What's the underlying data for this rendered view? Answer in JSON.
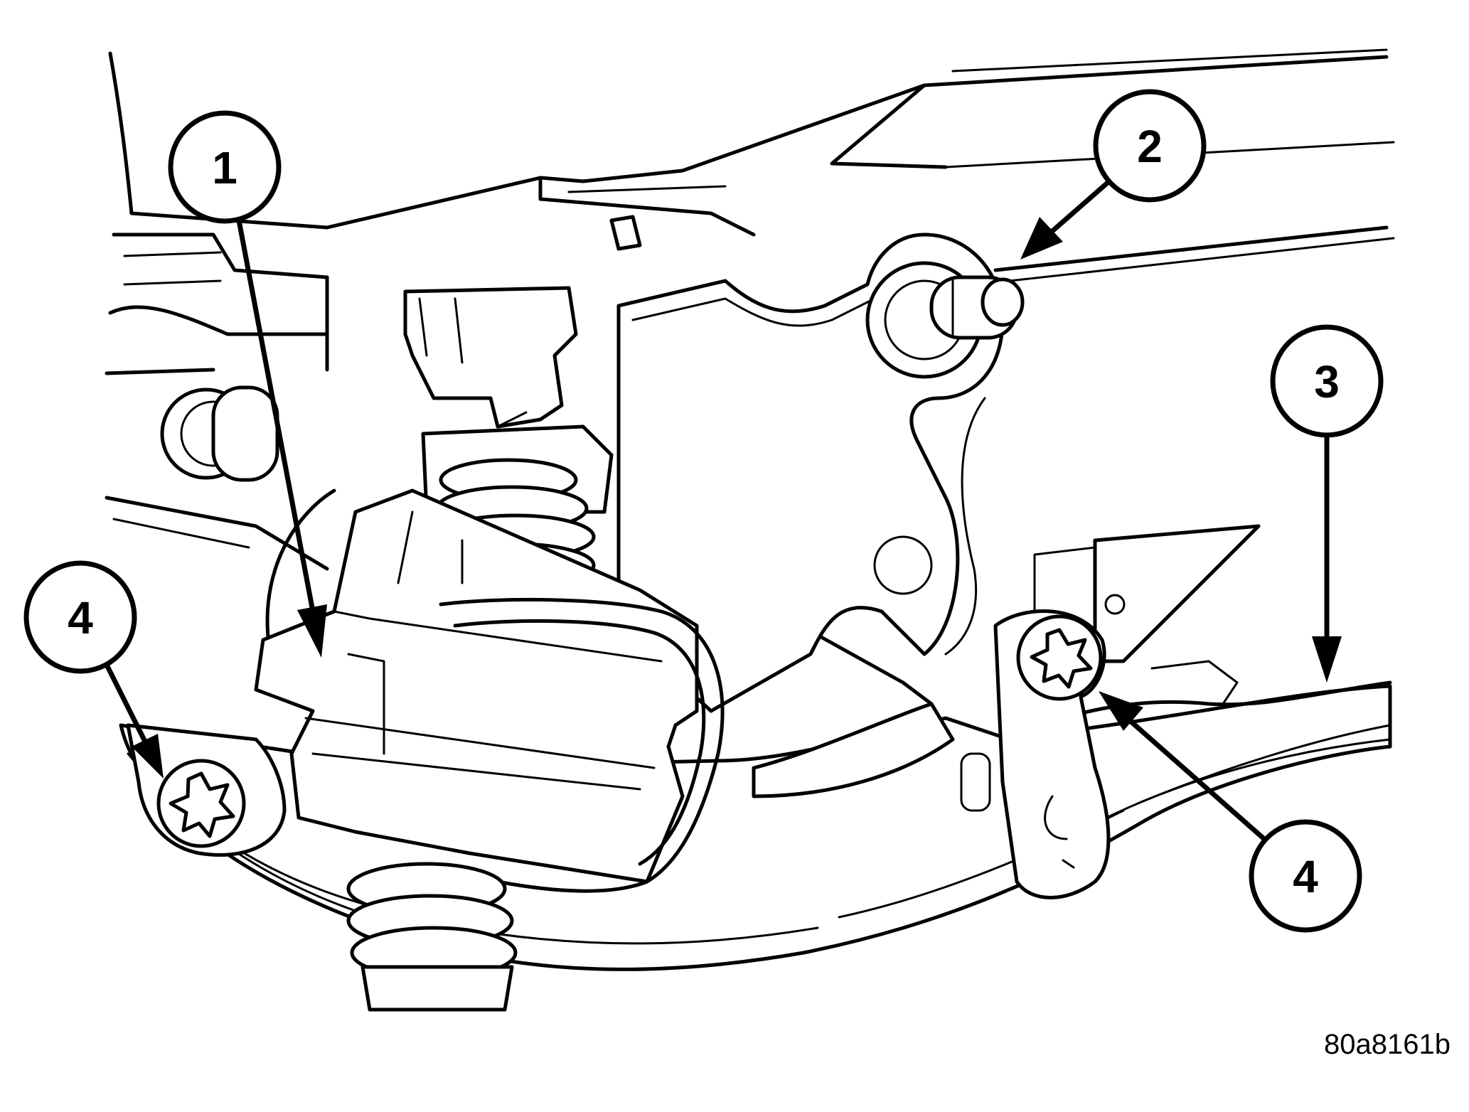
{
  "callouts": [
    {
      "id": "callout-1",
      "label": "1"
    },
    {
      "id": "callout-2",
      "label": "2"
    },
    {
      "id": "callout-3",
      "label": "3"
    },
    {
      "id": "callout-4-left",
      "label": "4"
    },
    {
      "id": "callout-4-right",
      "label": "4"
    }
  ],
  "figure_id": "80a8161b"
}
